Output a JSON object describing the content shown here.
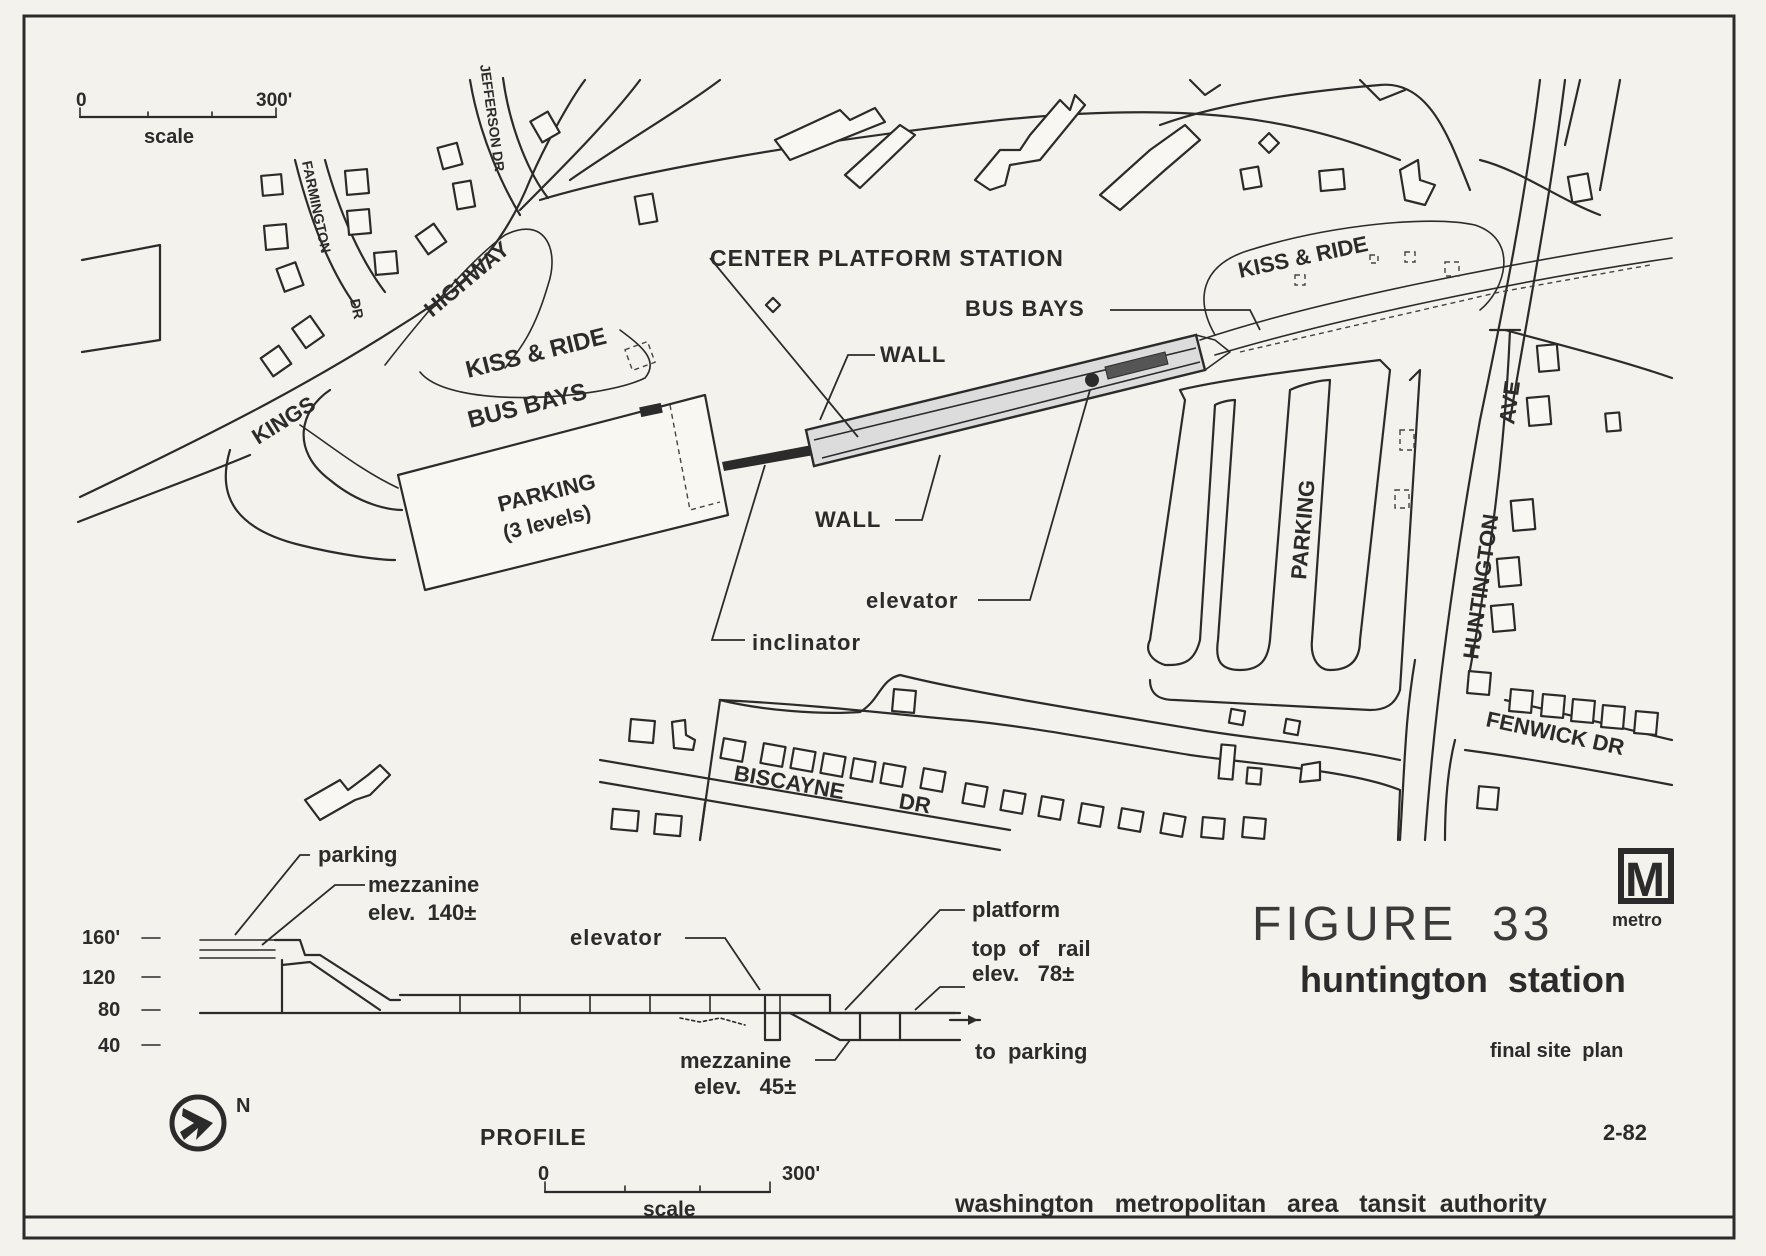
{
  "scales": {
    "top": {
      "zero": "0",
      "max": "300'",
      "label": "scale"
    },
    "bottom": {
      "zero": "0",
      "max": "300'",
      "label": "scale"
    }
  },
  "streets": {
    "jefferson": "JEFFERSON DR",
    "farmington": "FARMINGTON",
    "farmington_dr": "DR",
    "highway": "HIGHWAY",
    "kings": "KINGS",
    "huntington": "HUNTINGTON",
    "huntington_ave": "AVE",
    "fenwick": "FENWICK DR",
    "biscayne": "BISCAYNE",
    "biscayne_dr": "DR"
  },
  "plan_labels": {
    "center_platform": "CENTER PLATFORM STATION",
    "bus_bays_right": "BUS BAYS",
    "kiss_ride_right": "KISS & RIDE",
    "kiss_ride_left": "KISS & RIDE",
    "bus_bays_left": "BUS BAYS",
    "wall_top": "WALL",
    "wall_bottom": "WALL",
    "parking_garage": "PARKING",
    "parking_levels": "(3 levels)",
    "parking_right": "PARKING",
    "elevator": "elevator",
    "inclinator": "inclinator"
  },
  "profile": {
    "title": "PROFILE",
    "y_ticks": [
      "160'",
      "120",
      "80",
      "40"
    ],
    "parking": "parking",
    "mezz_top_1": "mezzanine",
    "mezz_top_2": "elev.  140±",
    "elevator": "elevator",
    "platform": "platform",
    "rail_1": "top  of   rail",
    "rail_2": "elev.   78±",
    "mezz_bottom_1": "mezzanine",
    "mezz_bottom_2": "elev.   45±",
    "to_parking": "to  parking"
  },
  "title_block": {
    "figure": "FIGURE  33",
    "station": "huntington  station",
    "subtitle": "final site  plan",
    "date": "2-82",
    "authority": "washington   metropolitan   area   tansit  authority",
    "logo_letter": "M",
    "logo_word": "metro"
  },
  "north_arrow": {
    "label": "N"
  },
  "colors": {
    "ink": "#2b2b2b",
    "paper": "#f3f2ec",
    "platform_fill": "#dcdcdc"
  }
}
